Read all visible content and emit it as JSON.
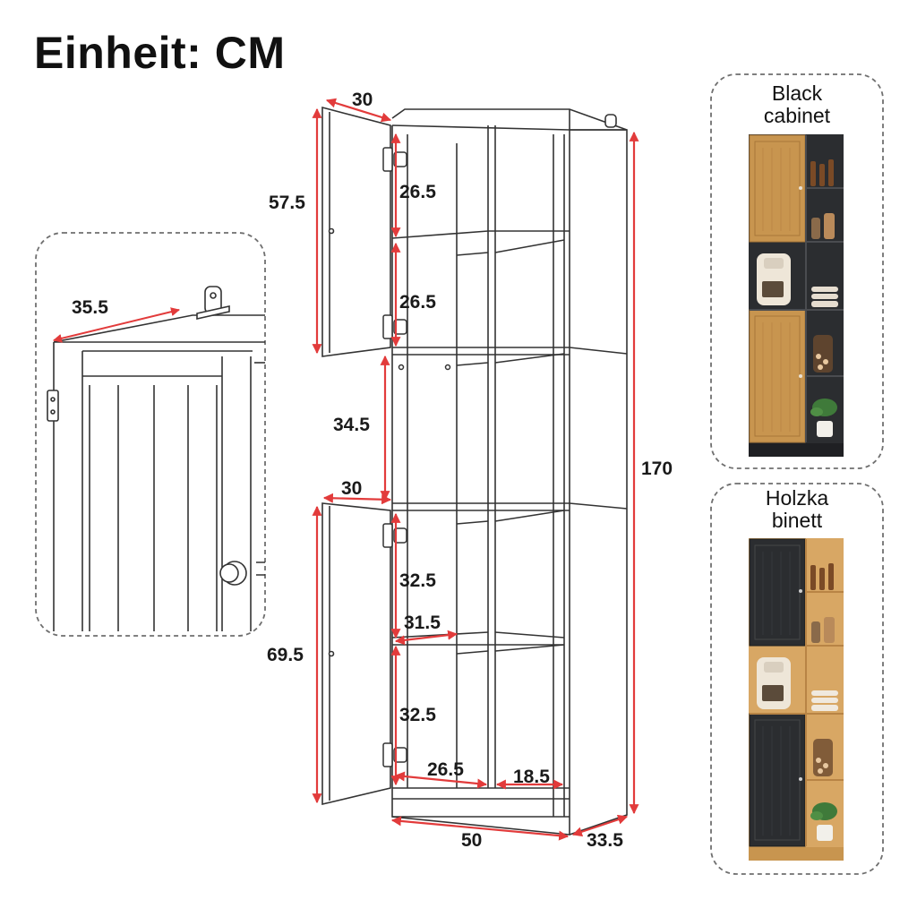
{
  "header": {
    "unit_label": "Einheit: CM"
  },
  "colors": {
    "dimension_line": "#e23b3b",
    "outline": "#333333",
    "wood": "#c8954f",
    "black_panel": "#2b2d30"
  },
  "detail": {
    "depth_label": "35.5"
  },
  "dimensions": {
    "door_width_top": "30",
    "upper_door_height": "57.5",
    "upper_shelf_1": "26.5",
    "upper_shelf_2": "26.5",
    "open_height": "34.5",
    "door_width_lower": "30",
    "lower_door_height": "69.5",
    "lower_shelf_1": "32.5",
    "lower_shelf_2": "32.5",
    "inner_depth": "31.5",
    "left_column_width": "26.5",
    "right_column_width": "18.5",
    "total_width": "50",
    "total_depth": "33.5",
    "total_height": "170"
  },
  "variants": [
    {
      "label_line1": "Black",
      "label_line2": "cabinet"
    },
    {
      "label_line1": "Holzka",
      "label_line2": "binett"
    }
  ]
}
